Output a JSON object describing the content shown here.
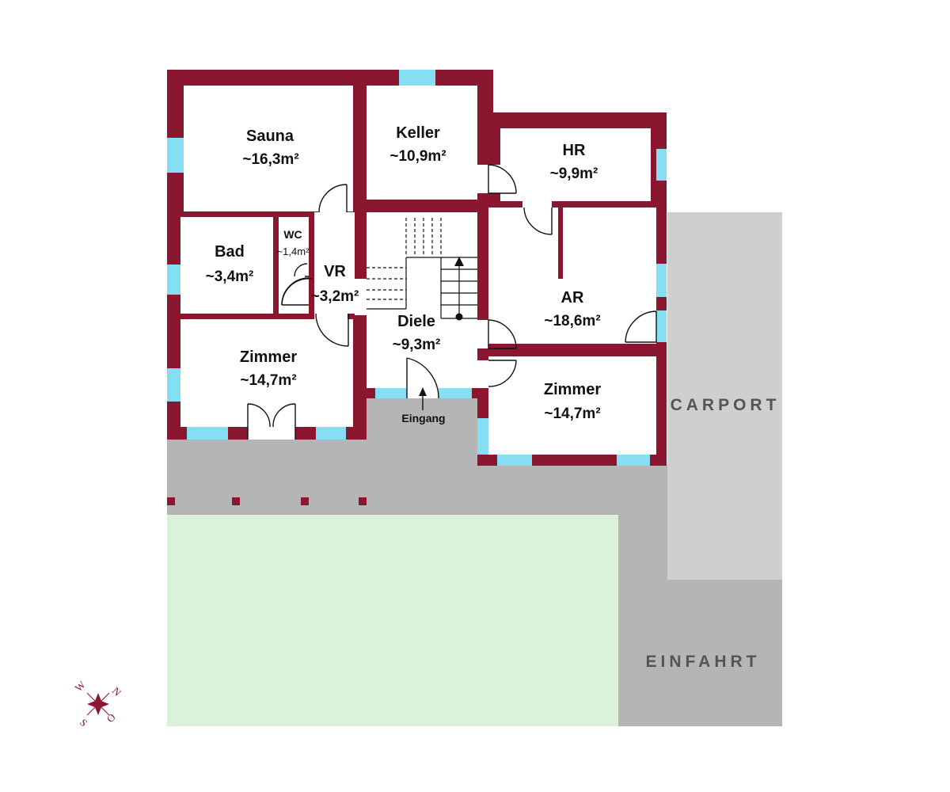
{
  "colors": {
    "wall": "#8a1630",
    "window": "#85def3",
    "paving": "#b5b5b5",
    "carport": "#cfcfcf",
    "garden": "#d9f2d9",
    "floor": "#ffffff",
    "text": "#111111",
    "outside_text": "#555555"
  },
  "rooms": [
    {
      "name": "Sauna",
      "area": "~16,3m²"
    },
    {
      "name": "Keller",
      "area": "~10,9m²"
    },
    {
      "name": "HR",
      "area": "~9,9m²"
    },
    {
      "name": "Bad",
      "area": "~3,4m²"
    },
    {
      "name": "WC",
      "area": "~1,4m²"
    },
    {
      "name": "VR",
      "area": "~3,2m²"
    },
    {
      "name": "Diele",
      "area": "~9,3m²"
    },
    {
      "name": "AR",
      "area": "~18,6m²"
    },
    {
      "name": "Zimmer",
      "area": "~14,7m²"
    },
    {
      "name": "Zimmer",
      "area": "~14,7m²"
    }
  ],
  "entrance_label": "Eingang",
  "outdoor": {
    "carport": "CARPORT",
    "driveway": "EINFAHRT"
  },
  "compass": {
    "letters": [
      "W",
      "N",
      "S",
      "O"
    ]
  }
}
